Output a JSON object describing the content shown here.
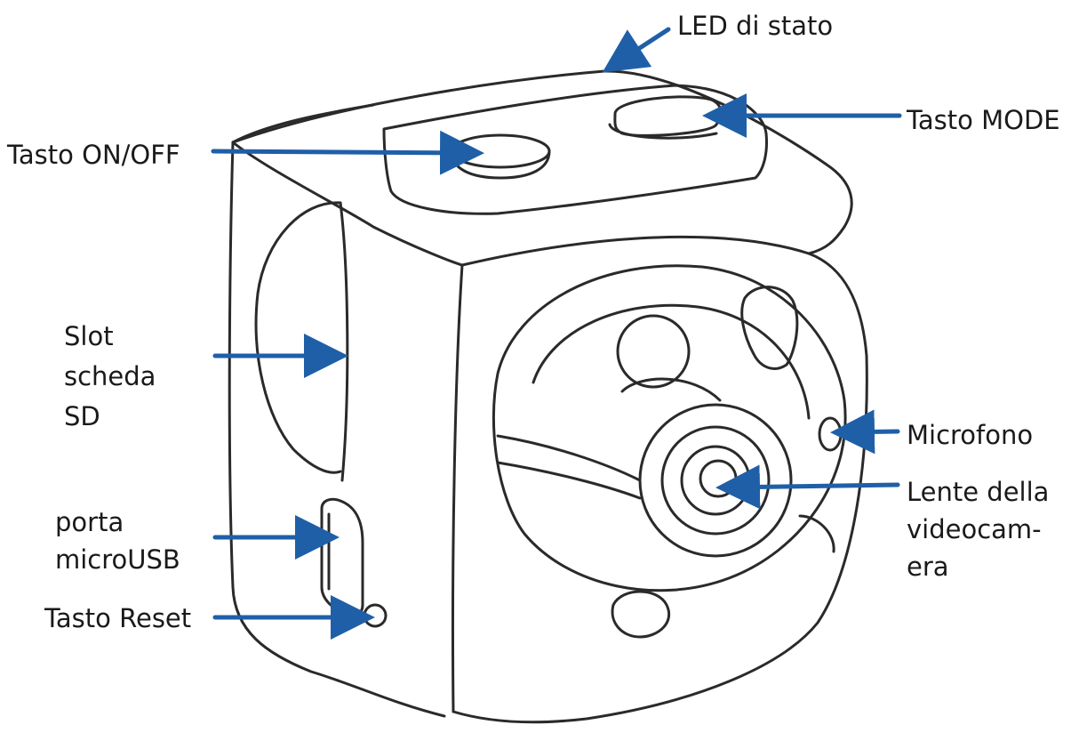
{
  "colors": {
    "arrow": "#1f5fa8",
    "outline": "#2a2a2a",
    "text": "#1a1a1a"
  },
  "labels": {
    "led": "LED di stato",
    "mode": "Tasto MODE",
    "onoff": "Tasto ON/OFF",
    "sd": [
      "Slot",
      "scheda",
      "SD"
    ],
    "microfono": "Microfono",
    "lente": [
      "Lente della",
      "videocam-",
      "era"
    ],
    "usb": [
      "porta",
      "microUSB"
    ],
    "reset": "Tasto Reset"
  }
}
